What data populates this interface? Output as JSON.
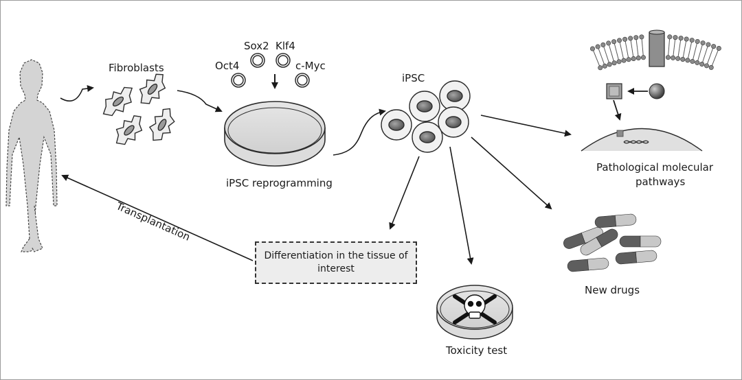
{
  "labels": {
    "fibroblasts": "Fibroblasts",
    "sox2": "Sox2",
    "klf4": "Klf4",
    "oct4": "Oct4",
    "cmyc": "c-Myc",
    "reprogramming": "iPSC reprogramming",
    "ipsc": "iPSC",
    "pathological_line1": "Pathological molecular",
    "pathological_line2": "pathways",
    "new_drugs": "New drugs",
    "toxicity_test": "Toxicity test",
    "transplantation": "Transplantation",
    "differentiation": "Differentiation in the tissue of interest"
  },
  "colors": {
    "stroke": "#2b2b2b",
    "cell_fill": "#f1f1f1",
    "nucleus_fill": "#7d7d7d",
    "capsule_dark": "#5e5e5e",
    "capsule_light": "#c8c8c8",
    "box_fill": "#ededed",
    "silhouette_fill": "#d4d4d4"
  }
}
